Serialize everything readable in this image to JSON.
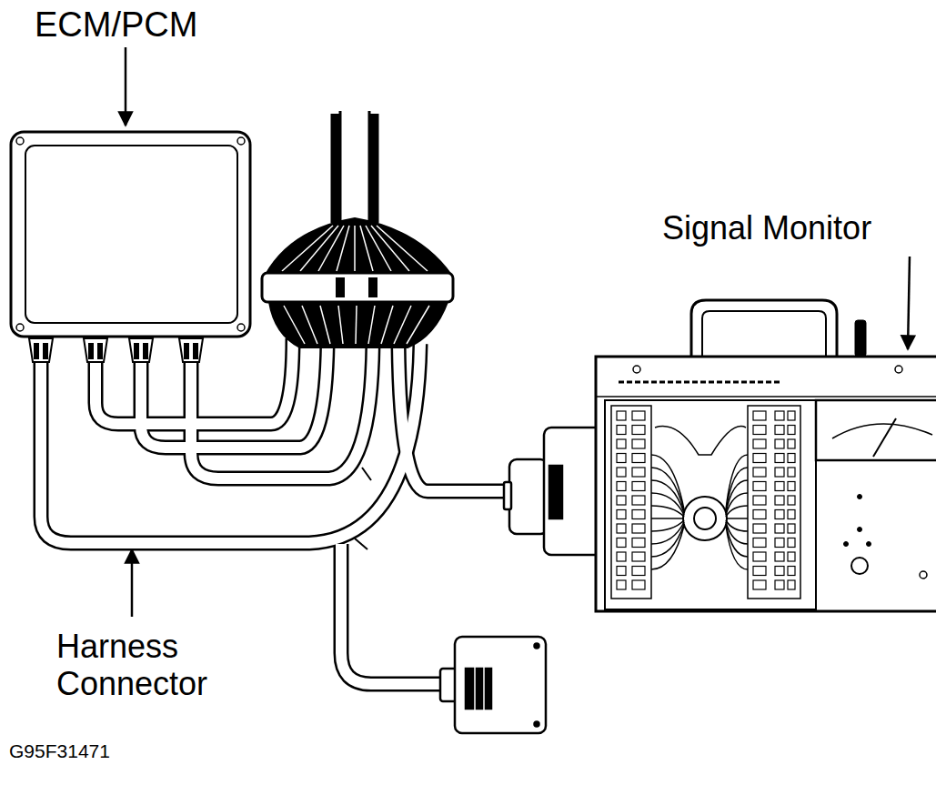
{
  "diagram": {
    "labels": [
      "ECM/PCM",
      "Signal Monitor",
      "Harness Connector",
      "G95F31471"
    ]
  }
}
